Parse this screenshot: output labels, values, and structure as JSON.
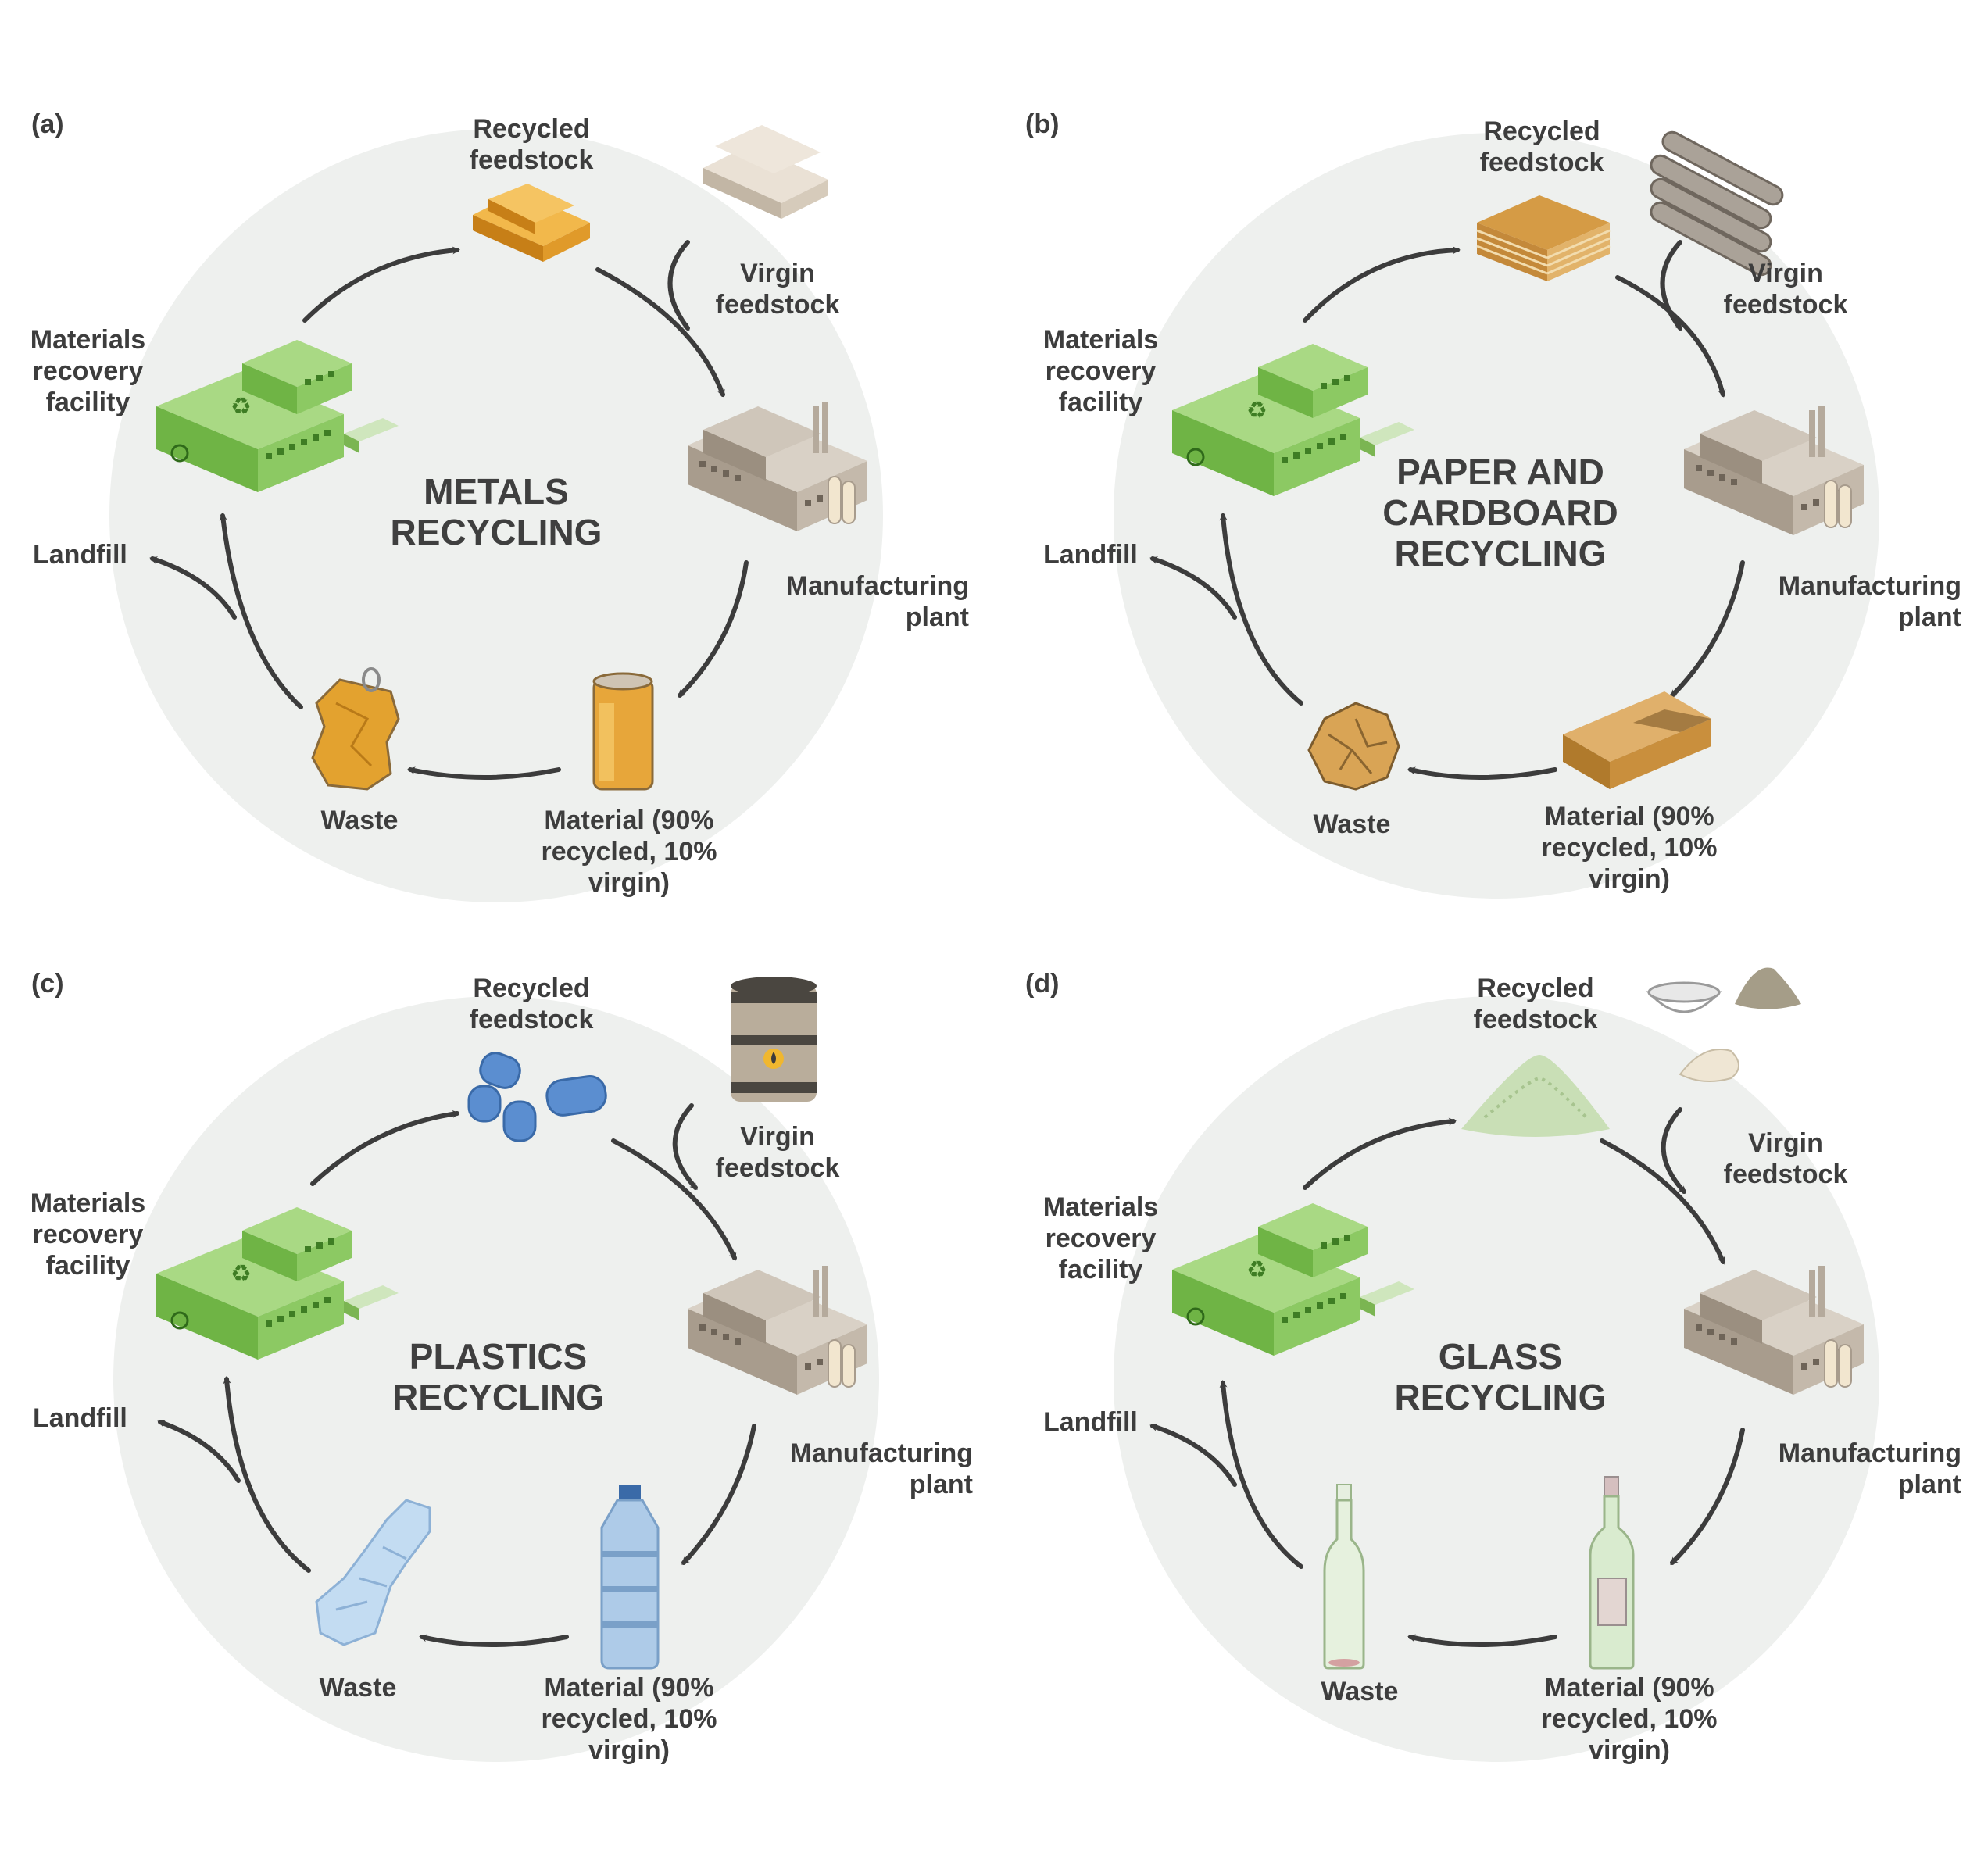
{
  "labels": {
    "recycled_feedstock": "Recycled feedstock",
    "virgin_feedstock": "Virgin feedstock",
    "manufacturing_plant": "Manufacturing plant",
    "material": "Material (90% recycled, 10% virgin)",
    "waste": "Waste",
    "landfill": "Landfill",
    "mrf": "Materials recovery facility"
  },
  "panels": [
    {
      "tag": "(a)",
      "title_lines": [
        "METALS",
        "RECYCLING"
      ]
    },
    {
      "tag": "(b)",
      "title_lines": [
        "PAPER AND",
        "CARDBOARD",
        "RECYCLING"
      ]
    },
    {
      "tag": "(c)",
      "title_lines": [
        "PLASTICS",
        "RECYCLING"
      ]
    },
    {
      "tag": "(d)",
      "title_lines": [
        "GLASS",
        "RECYCLING"
      ]
    }
  ],
  "colors": {
    "circle": "#eef0ee",
    "arrow": "#3c3c3c",
    "mrf_green": "#7cc24e",
    "plant_tan": "#b5aa9c",
    "metal_gold": "#e2a235",
    "cardboard": "#c99a4d",
    "plastic_blue": "#5b8ed0",
    "glass_green": "#cfe3c4"
  },
  "icons": [
    "gold-bars-icon",
    "silver-ingots-icon",
    "cardboard-stack-icon",
    "logs-icon",
    "plastic-pellets-icon",
    "oil-barrel-icon",
    "glass-cullet-icon",
    "sand-bowl-icon",
    "factory-icon",
    "recycling-facility-icon",
    "can-icon",
    "crushed-can-icon",
    "box-icon",
    "crumpled-paper-icon",
    "bottle-icon",
    "crushed-bottle-icon",
    "wine-bottle-icon",
    "glass-bottle-icon"
  ]
}
